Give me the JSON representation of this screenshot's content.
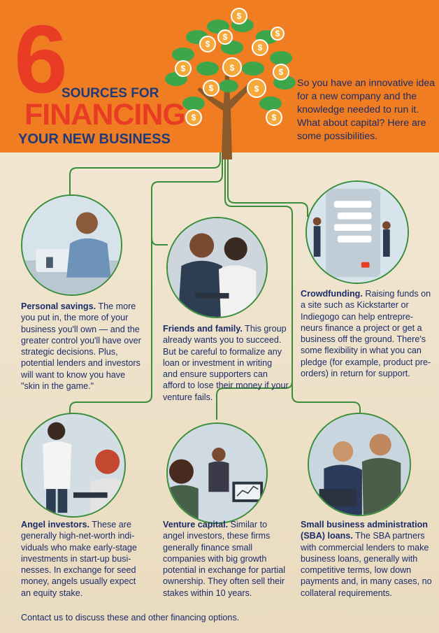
{
  "header": {
    "number": "6",
    "title_line1": "SOURCES FOR",
    "title_line2": "FINANCING",
    "title_line3": "YOUR NEW BUSINESS",
    "intro": "So you have an innovative idea for a new company and the knowledge needed to run it. What about capital? Here are some possibilities."
  },
  "colors": {
    "orange": "#f07d22",
    "red": "#e93c25",
    "navy": "#1f3a7a",
    "green": "#3a8d3a",
    "coin": "#f6a93b"
  },
  "sources": [
    {
      "heading": "Personal savings.",
      "body": "The more you put in, the more of your business you'll own — and the greater control you'll have over strategic decisions. Plus, potential lenders and investors will want to know you have \"skin in the game.\""
    },
    {
      "heading": "Friends and family.",
      "body": "This group already wants you to succeed. But be careful to formalize any loan or investment in writing and ensure supporters can afford to lose their money if your venture fails."
    },
    {
      "heading": "Crowdfunding.",
      "body": "Raising funds on a site such as Kickstarter or Indiegogo can help entrepre-neurs finance a project or get a business off the ground. There's some flexibility in what you can pledge (for example, product pre-orders) in return for support."
    },
    {
      "heading": "Angel investors.",
      "body": "These are generally high-net-worth indi-viduals who make early-stage investments in start-up busi-nesses. In exchange for seed money, angels usually expect an equity stake."
    },
    {
      "heading": "Venture capital.",
      "body": "Similar to angel investors, these firms generally finance small companies with big growth potential in exchange for partial ownership. They often sell their stakes within 10 years."
    },
    {
      "heading": "Small business administration (SBA) loans.",
      "body": "The SBA partners with commercial lenders to make business loans, generally with competitive terms, low down payments and, in many cases, no collateral requirements."
    }
  ],
  "footer": "Contact us to discuss these and other financing options."
}
